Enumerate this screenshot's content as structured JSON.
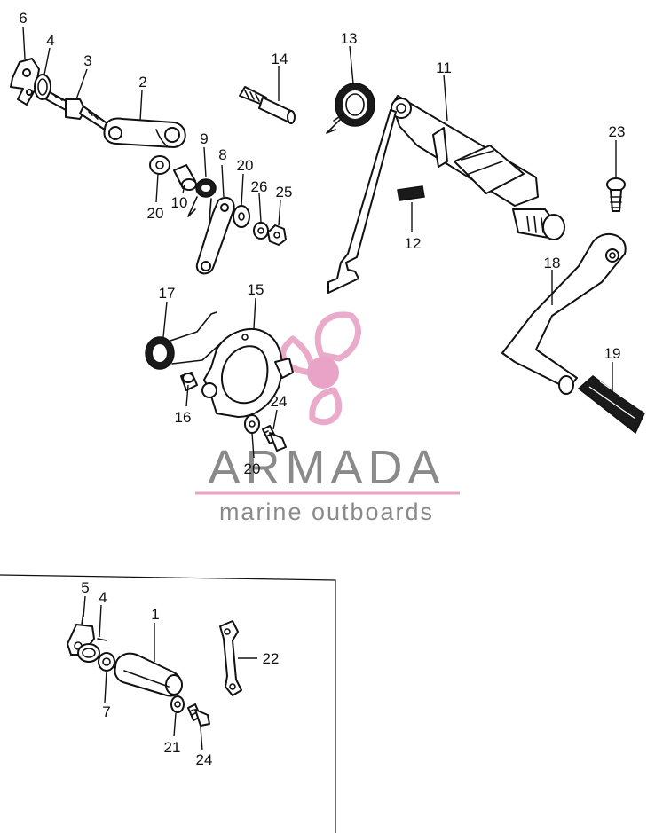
{
  "labels": {
    "p1": "1",
    "p2": "2",
    "p3": "3",
    "p4a": "4",
    "p4b": "4",
    "p5": "5",
    "p6": "6",
    "p7": "7",
    "p8": "8",
    "p9": "9",
    "p10": "10",
    "p11": "11",
    "p12": "12",
    "p13": "13",
    "p14": "14",
    "p15": "15",
    "p16": "16",
    "p17": "17",
    "p18": "18",
    "p19": "19",
    "p20a": "20",
    "p20b": "20",
    "p20c": "20",
    "p21": "21",
    "p22": "22",
    "p23": "23",
    "p24a": "24",
    "p24b": "24",
    "p25": "25",
    "p26": "26"
  },
  "watermark": {
    "brand": "ARMADA",
    "tagline": "marine outboards",
    "brand_color": "#8a8a8a",
    "accent_color": "#e8a3c6"
  }
}
